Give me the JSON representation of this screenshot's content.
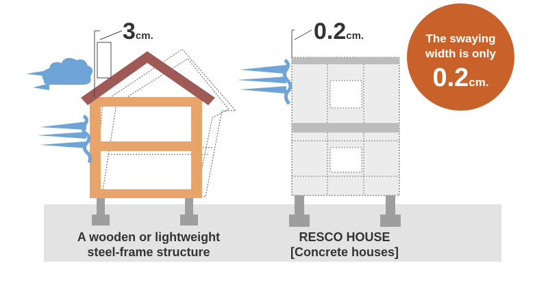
{
  "wooden": {
    "sway_value": "3",
    "sway_unit": "cm.",
    "caption_line1": "A wooden or lightweight",
    "caption_line2": "steel-frame structure"
  },
  "resco": {
    "sway_value": "0.2",
    "sway_unit": "cm.",
    "caption_line1": "RESCO HOUSE",
    "caption_line2": "[Concrete houses]"
  },
  "badge": {
    "line1": "The swaying",
    "line2": "width is only",
    "value": "0.2",
    "unit": "cm."
  },
  "colors": {
    "frame": "#e8a46a",
    "roof": "#a05a55",
    "wind": "#6ea4d8",
    "ground": "#e3e3e3",
    "concrete": "#ececec",
    "footing": "#9e9e9e",
    "badge": "#c8612a"
  }
}
